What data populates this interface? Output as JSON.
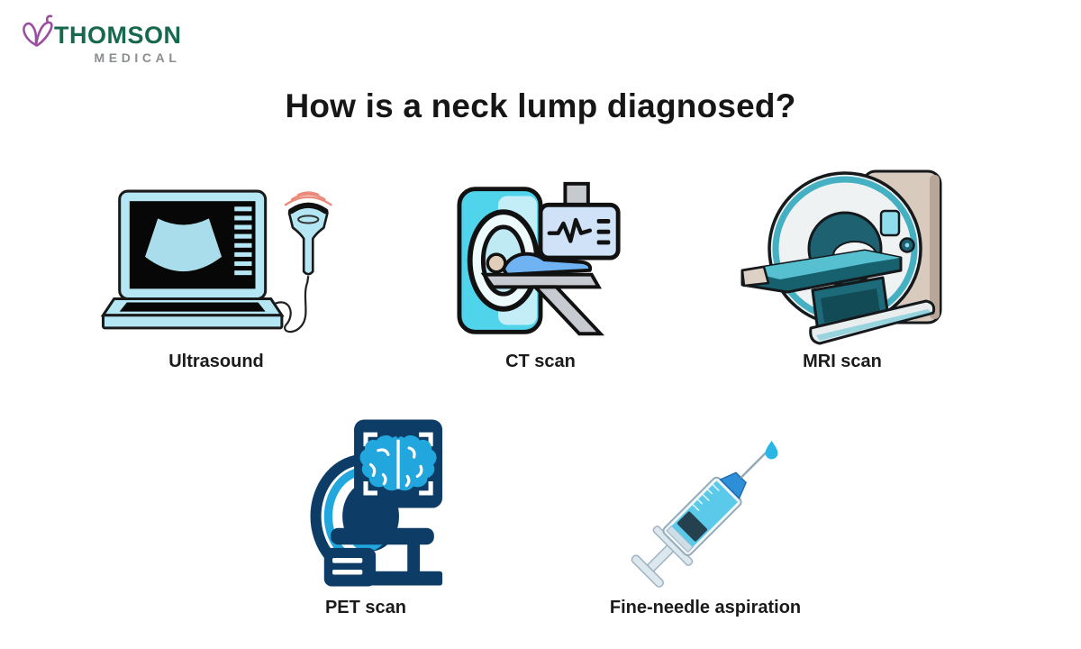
{
  "page": {
    "background": "#ffffff"
  },
  "logo": {
    "brand": "THOMSON",
    "division": "MEDICAL",
    "icon": "butterfly-icon",
    "colors": {
      "brand_green": "#17694d",
      "division_gray": "#8b8e90",
      "butterfly_purple": "#9a4f9f"
    }
  },
  "title": {
    "text": "How is a neck lump diagnosed?",
    "color": "#161616"
  },
  "items": [
    {
      "label": "Ultrasound",
      "icon": "ultrasound-machine-icon"
    },
    {
      "label": "CT scan",
      "icon": "ct-scanner-icon"
    },
    {
      "label": "MRI scan",
      "icon": "mri-scanner-icon"
    },
    {
      "label": "PET scan",
      "icon": "pet-scanner-icon"
    },
    {
      "label": "Fine-needle aspiration",
      "icon": "syringe-icon"
    }
  ],
  "palette": {
    "light_blue": "#b5e6f4",
    "cyan": "#4fd4ec",
    "flat_cyan": "#21a7dd",
    "navy": "#0d3d66",
    "teal": "#45b0c2",
    "dark_teal": "#1e6271",
    "beige": "#d9cabe",
    "coral": "#ec8a7a",
    "patient_blue": "#6fb3f2",
    "liquid_cyan": "#5bc9e9",
    "label_color": "#1b1b1b"
  }
}
